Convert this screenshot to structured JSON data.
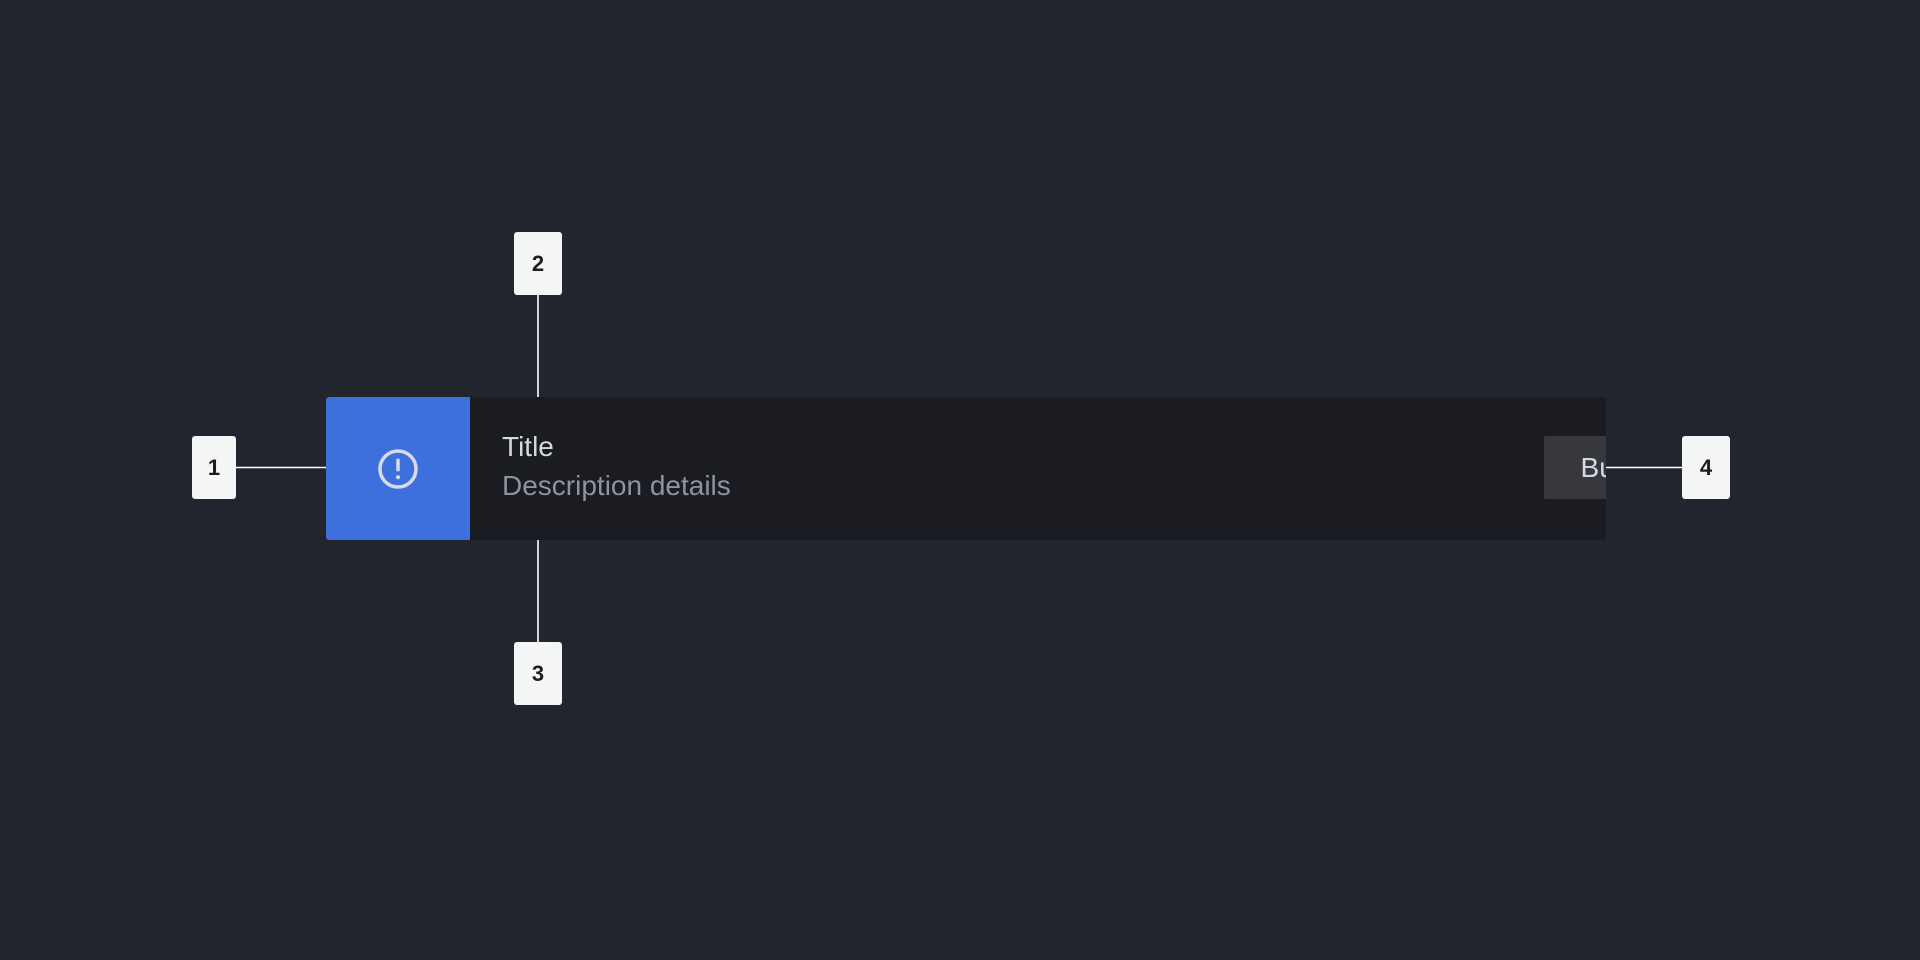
{
  "colors": {
    "page_background": "#22252e",
    "banner_background": "#1a1c21",
    "accent": "#3d70dc",
    "icon_stroke": "#d6dbe8",
    "title_text": "#d5d8de",
    "description_text": "#8e939c",
    "button_background": "#36383e",
    "button_text": "#d5d8de",
    "callout_background": "#f4f6f5",
    "callout_text": "#1c1e22",
    "leader_line": "#ffffff"
  },
  "banner": {
    "icon": "exclamation-circle-icon",
    "title": "Title",
    "description": "Description details",
    "button_label": "Button"
  },
  "callouts": [
    {
      "label": "1",
      "target": "icon"
    },
    {
      "label": "2",
      "target": "title"
    },
    {
      "label": "3",
      "target": "description"
    },
    {
      "label": "4",
      "target": "button"
    }
  ]
}
